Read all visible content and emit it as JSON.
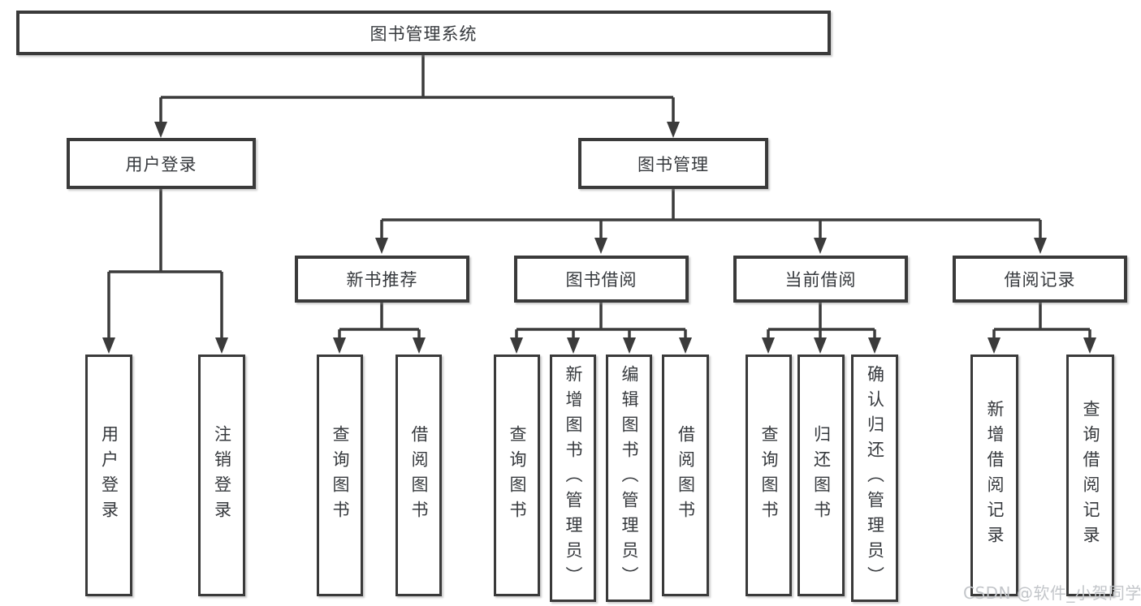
{
  "root": {
    "label": "图书管理系统"
  },
  "branches": [
    {
      "label": "用户登录",
      "children": [
        {
          "label": "用户登录"
        },
        {
          "label": "注销登录"
        }
      ]
    },
    {
      "label": "图书管理",
      "children": [
        {
          "label": "新书推荐",
          "children": [
            {
              "label": "查询图书"
            },
            {
              "label": "借阅图书"
            }
          ]
        },
        {
          "label": "图书借阅",
          "children": [
            {
              "label": "查询图书"
            },
            {
              "label": "新增图书（管理员）"
            },
            {
              "label": "编辑图书（管理员）"
            },
            {
              "label": "借阅图书"
            }
          ]
        },
        {
          "label": "当前借阅",
          "children": [
            {
              "label": "查询图书"
            },
            {
              "label": "归还图书"
            },
            {
              "label": "确认归还（管理员）"
            }
          ]
        },
        {
          "label": "借阅记录",
          "children": [
            {
              "label": "新增借阅记录"
            },
            {
              "label": "查询借阅记录"
            }
          ]
        }
      ]
    }
  ],
  "watermark": {
    "text": "CSDN @软件_小贺同学"
  },
  "colors": {
    "line": "#3b3b3b",
    "border": "#3a3a3a",
    "text": "#36393d",
    "background": "#ffffff",
    "watermark": "#c3c6ca"
  }
}
